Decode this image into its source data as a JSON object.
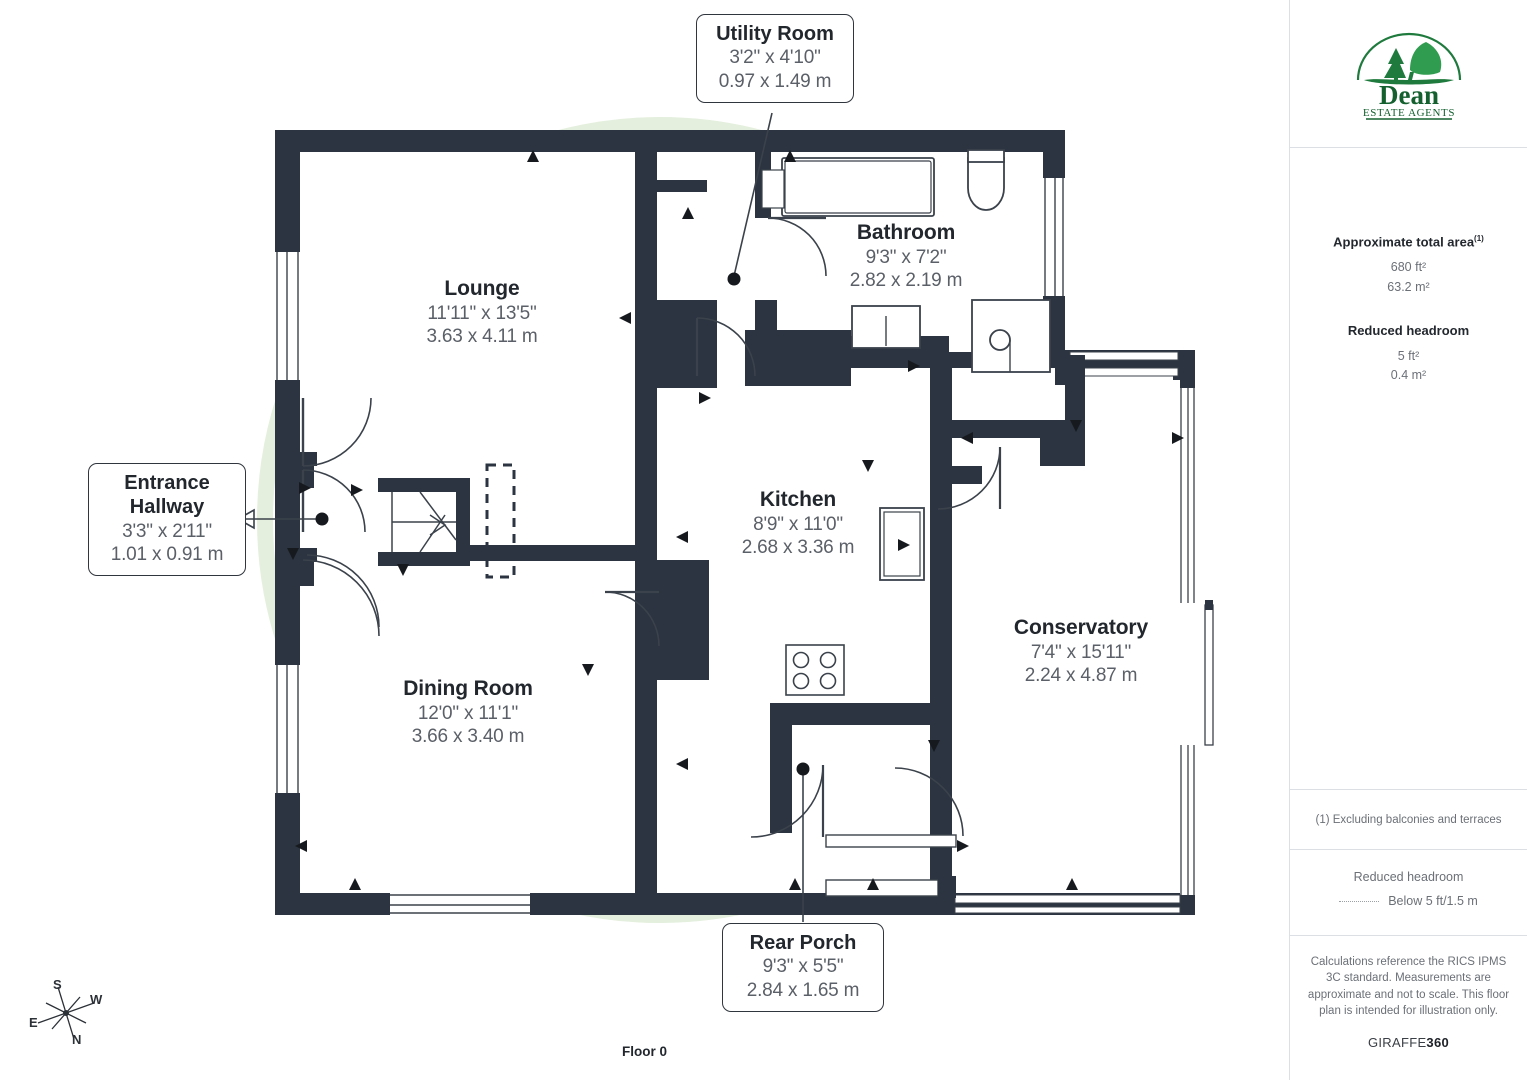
{
  "floor_caption": "Floor 0",
  "colors": {
    "wall": "#2b3440",
    "wall_light": "#39414d",
    "text_dark": "#22272e",
    "text_muted": "#5b6068",
    "sidebar_rule": "#dcdfe3",
    "watermark_green": "#e7f0e2",
    "watermark_grey": "#e3e9ea",
    "logo_green": "#1f7a3d",
    "logo_dark_green": "#14602f"
  },
  "rooms": [
    {
      "id": "lounge",
      "name": "Lounge",
      "imperial": "11'11\" x 13'5\"",
      "metric": "3.63 x 4.11 m"
    },
    {
      "id": "bathroom",
      "name": "Bathroom",
      "imperial": "9'3\" x 7'2\"",
      "metric": "2.82 x 2.19 m"
    },
    {
      "id": "kitchen",
      "name": "Kitchen",
      "imperial": "8'9\" x 11'0\"",
      "metric": "2.68 x 3.36 m"
    },
    {
      "id": "conservatory",
      "name": "Conservatory",
      "imperial": "7'4\" x 15'11\"",
      "metric": "2.24 x 4.87 m"
    },
    {
      "id": "dining",
      "name": "Dining Room",
      "imperial": "12'0\" x 11'1\"",
      "metric": "3.66 x 3.40 m"
    }
  ],
  "callouts": [
    {
      "id": "utility",
      "name": "Utility Room",
      "imperial": "3'2\" x 4'10\"",
      "metric": "0.97 x 1.49 m"
    },
    {
      "id": "entrance",
      "name": "Entrance\nHallway",
      "name_line1": "Entrance",
      "name_line2": "Hallway",
      "imperial": "3'3\" x 2'11\"",
      "metric": "1.01 x 0.91 m"
    },
    {
      "id": "porch",
      "name": "Rear Porch",
      "imperial": "9'3\" x 5'5\"",
      "metric": "2.84 x 1.65 m"
    }
  ],
  "compass": {
    "n": "N",
    "s": "S",
    "e": "E",
    "w": "W"
  },
  "watermark": {
    "brand": "Dean",
    "sub": "ESTATE AGENTS"
  },
  "sidebar": {
    "logo": {
      "brand": "Dean",
      "sub": "ESTATE AGENTS"
    },
    "total_area": {
      "heading": "Approximate total area",
      "heading_sup": "(1)",
      "sqft": "680 ft²",
      "sqm": "63.2 m²"
    },
    "reduced_headroom": {
      "heading": "Reduced headroom",
      "sqft": "5 ft²",
      "sqm": "0.4 m²"
    },
    "footnote": "(1) Excluding balconies and terraces",
    "headroom_legend": {
      "title": "Reduced headroom",
      "value": "Below 5 ft/1.5 m"
    },
    "legal": "Calculations reference the RICS IPMS 3C standard. Measurements are approximate and not to scale. This floor plan is intended for illustration only.",
    "brand_prefix": "GIRAFFE",
    "brand_suffix": "360"
  }
}
